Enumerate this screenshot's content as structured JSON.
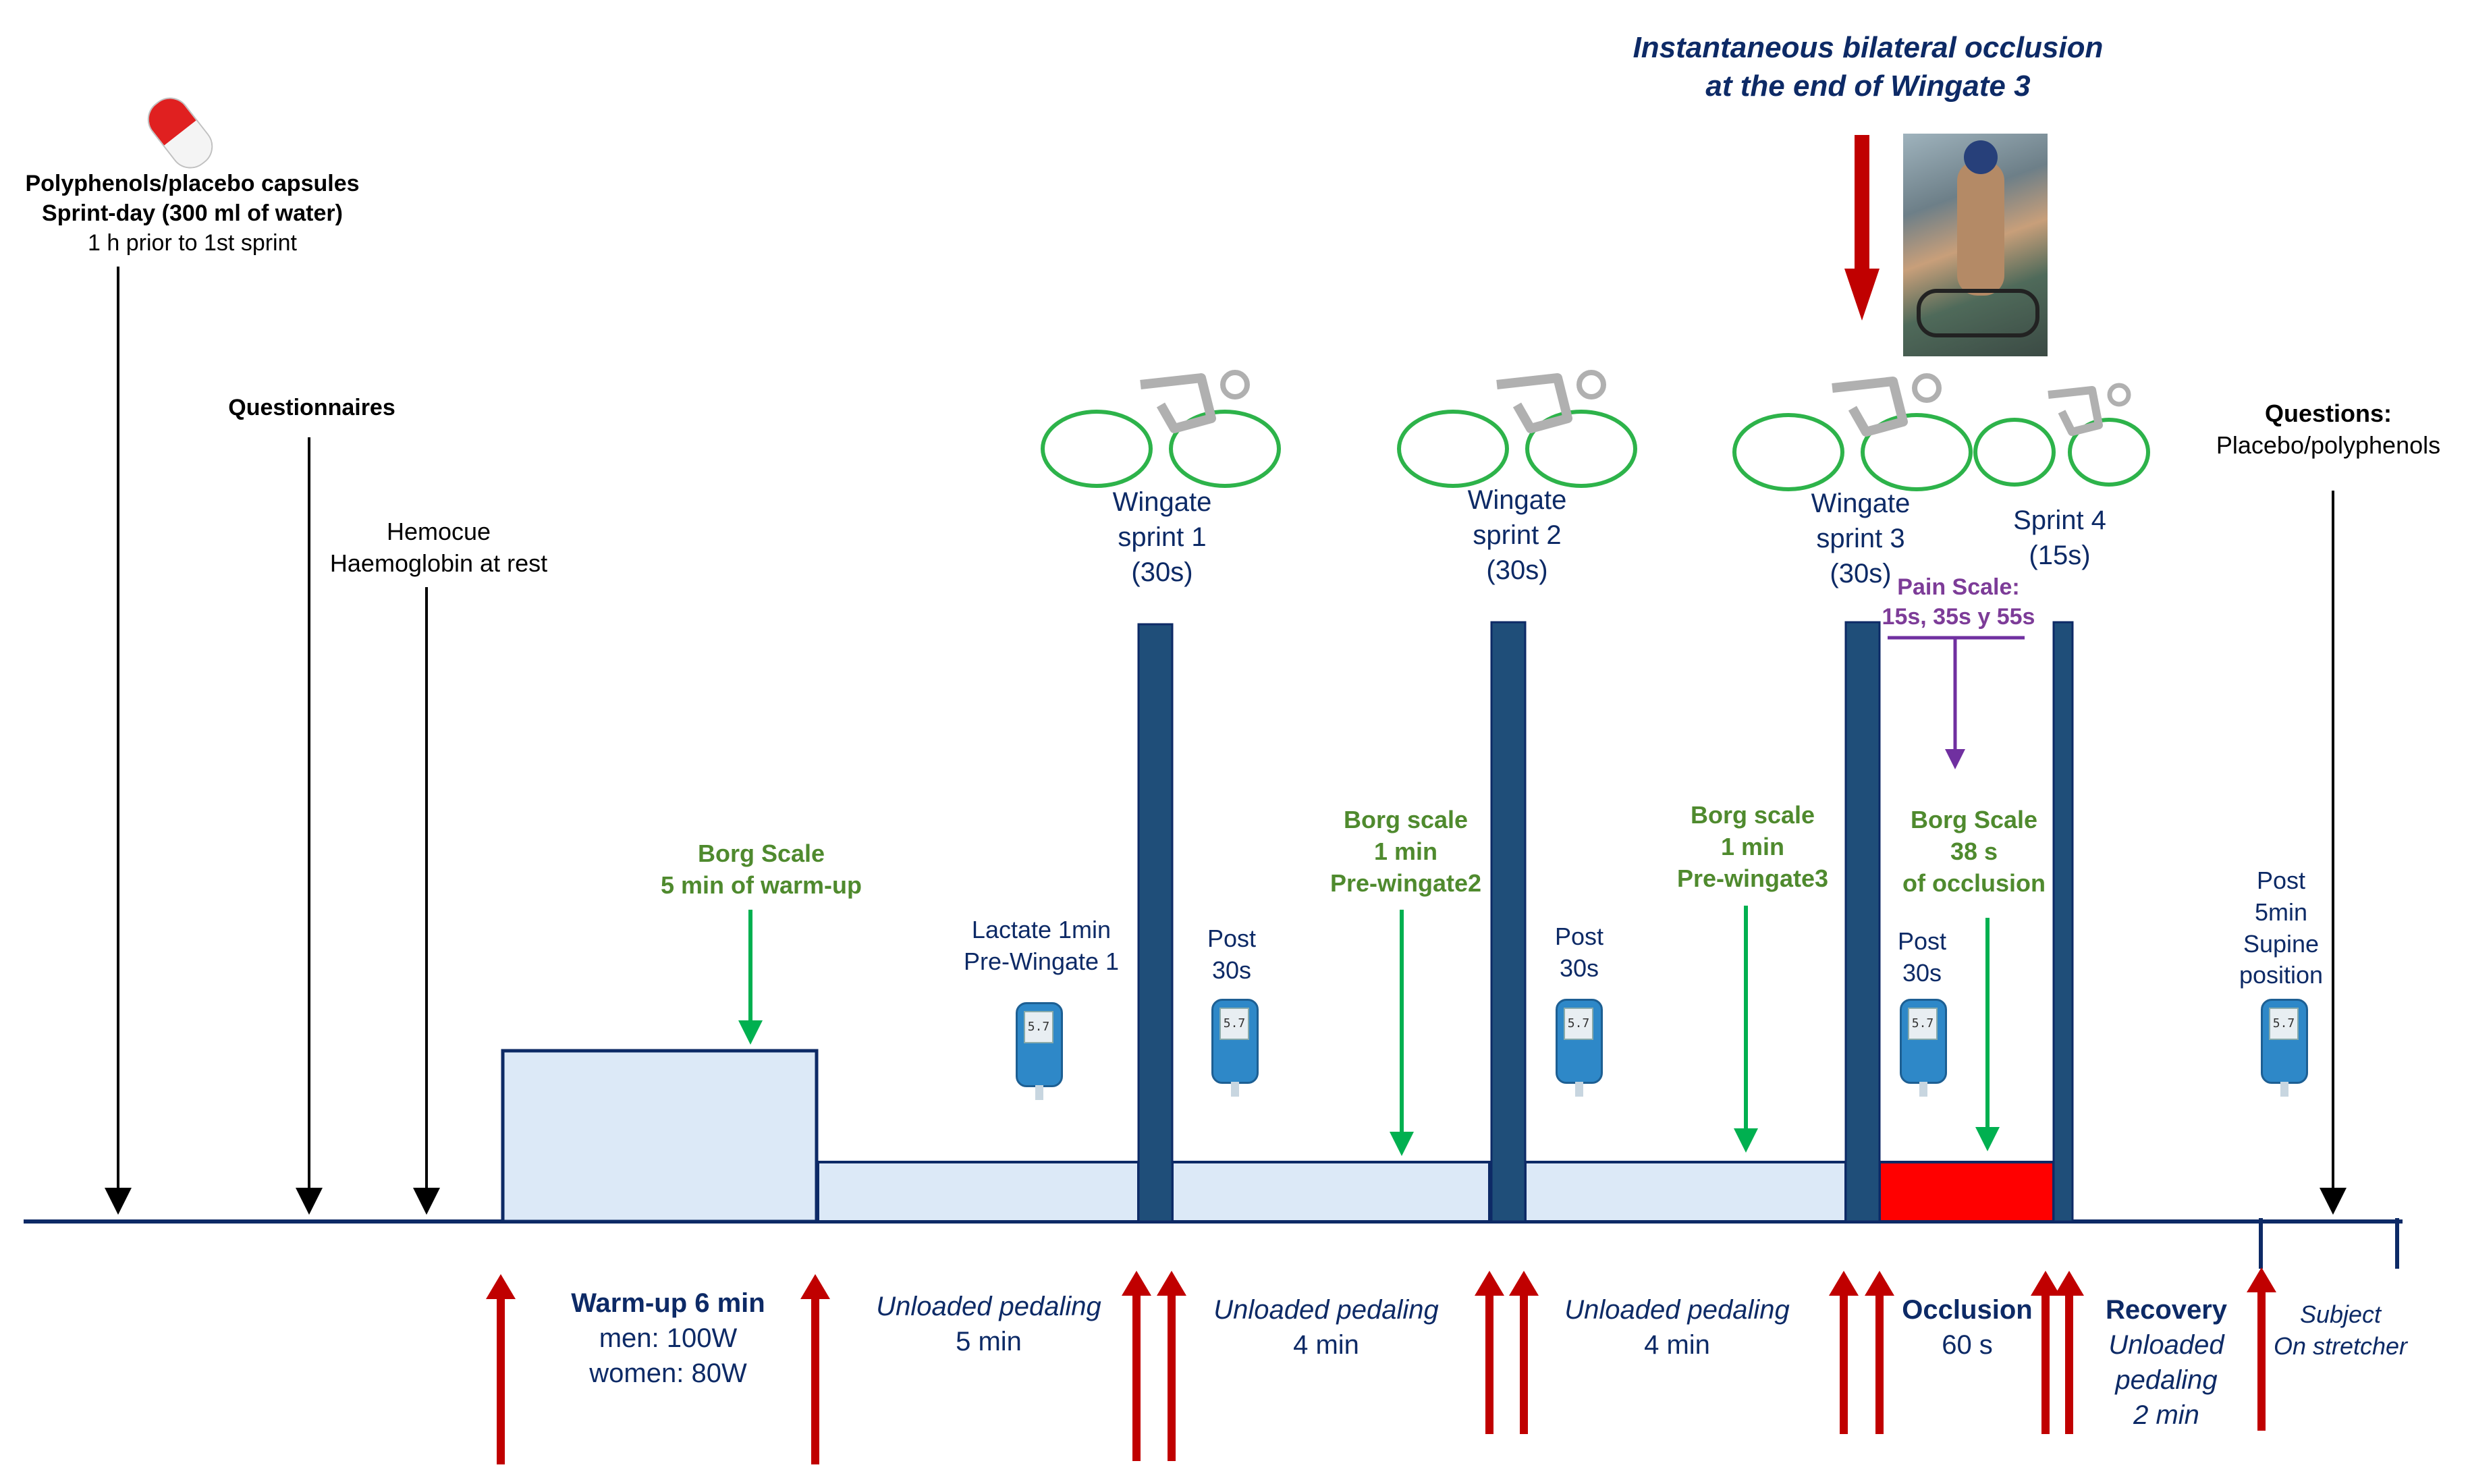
{
  "colors": {
    "navy": "#0d2a66",
    "bar_dark": "#1f4e79",
    "phase_fill": "#dce9f7",
    "occlusion_red": "#ff0000",
    "arrow_red": "#c00000",
    "green_arrow": "#00b050",
    "green_text": "#4f8a2e",
    "purple": "#7030a0"
  },
  "top_labels": {
    "capsules": {
      "line1": "Polyphenols/placebo capsules",
      "line2": "Sprint-day (300 ml of water)",
      "line3": "1 h prior to 1st sprint",
      "icon": "capsule-icon"
    },
    "questionnaires": "Questionnaires",
    "hemocue": {
      "line1": "Hemocue",
      "line2": "Haemoglobin at rest"
    },
    "questions_end": {
      "line1": "Questions:",
      "line2": "Placebo/polyphenols"
    },
    "occlusion_note": {
      "line1": "Instantaneous bilateral occlusion",
      "line2": "at the end of Wingate 3"
    }
  },
  "sprints": [
    {
      "line1": "Wingate",
      "line2": "sprint  1",
      "line3": "(30s)",
      "icon": "cyclist-icon"
    },
    {
      "line1": "Wingate",
      "line2": "sprint 2",
      "line3": "(30s)",
      "icon": "cyclist-icon"
    },
    {
      "line1": "Wingate",
      "line2": "sprint 3",
      "line3": "(30s)",
      "icon": "cyclist-icon"
    },
    {
      "line1": "Sprint 4",
      "line2": "(15s)",
      "icon": "cyclist-icon"
    }
  ],
  "pain_scale": {
    "line1": "Pain Scale:",
    "line2": "15s, 35s y 55s"
  },
  "borg": [
    {
      "line1": "Borg Scale",
      "line2": "5 min of warm-up"
    },
    {
      "line1": "Borg scale",
      "line2": "1 min",
      "line3": "Pre-wingate2"
    },
    {
      "line1": "Borg scale",
      "line2": "1 min",
      "line3": "Pre-wingate3"
    },
    {
      "line1": "Borg Scale",
      "line2": "38 s",
      "line3": "of occlusion"
    }
  ],
  "lactate": [
    {
      "line1": "Lactate 1min",
      "line2": "Pre-Wingate 1",
      "icon": "lactate-meter-icon"
    },
    {
      "line1": "Post",
      "line2": "30s",
      "icon": "lactate-meter-icon"
    },
    {
      "line1": "Post",
      "line2": "30s",
      "icon": "lactate-meter-icon"
    },
    {
      "line1": "Post",
      "line2": "30s",
      "icon": "lactate-meter-icon"
    },
    {
      "line1": "Post",
      "line2": "5min",
      "line3": "Supine",
      "line4": "position",
      "icon": "lactate-meter-icon"
    }
  ],
  "meter_reading": "5.7",
  "phases": {
    "warmup": {
      "title": "Warm-up 6 min",
      "line2": "men: 100W",
      "line3": "women: 80W"
    },
    "unloaded1": {
      "line1": "Unloaded pedaling",
      "line2": "5 min"
    },
    "unloaded2": {
      "line1": "Unloaded pedaling",
      "line2": "4 min"
    },
    "unloaded3": {
      "line1": "Unloaded pedaling",
      "line2": "4 min"
    },
    "occlusion": {
      "title": "Occlusion",
      "line2": "60 s"
    },
    "recovery": {
      "title": "Recovery",
      "line2": "Unloaded",
      "line3": "pedaling",
      "line4": "2 min"
    },
    "stretcher": {
      "line1": "Subject",
      "line2": "On stretcher"
    }
  }
}
